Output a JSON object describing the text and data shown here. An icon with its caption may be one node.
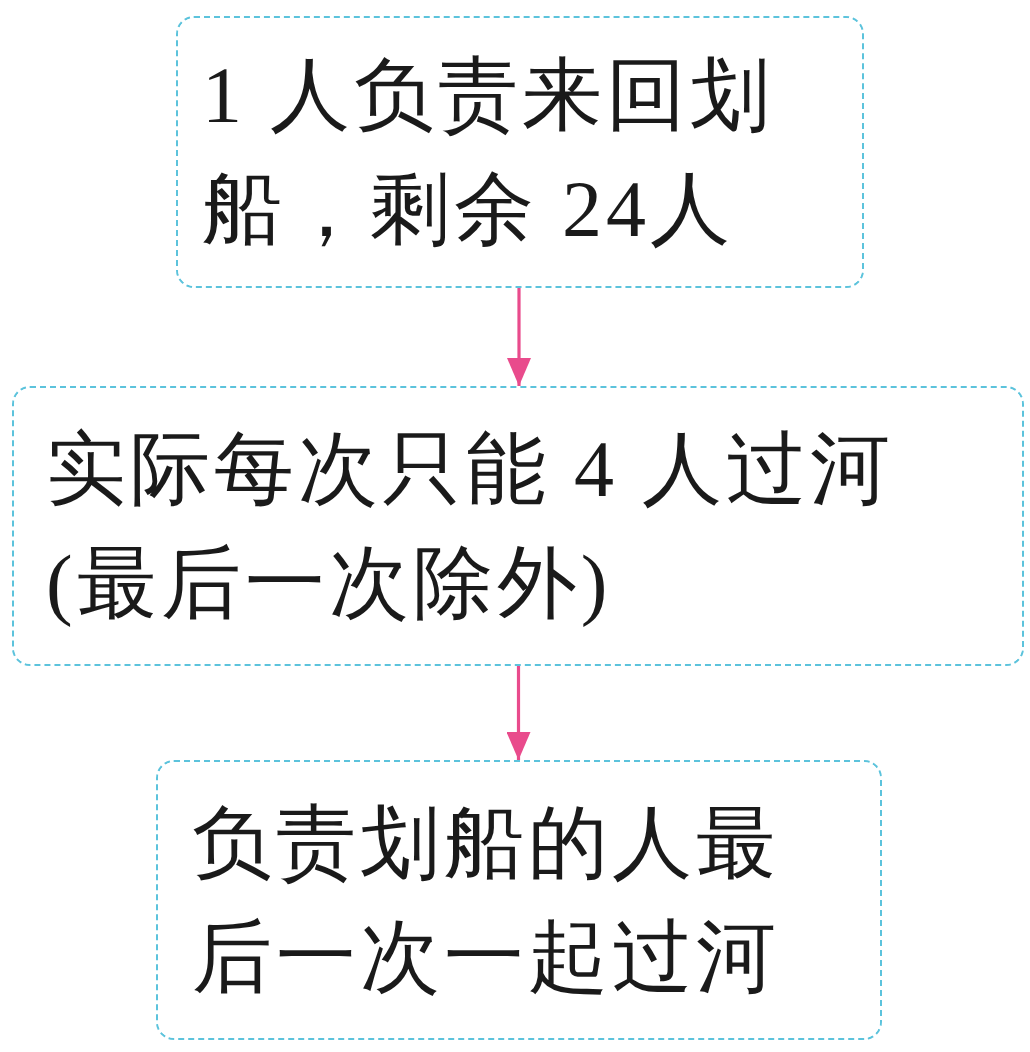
{
  "diagram": {
    "nodes": [
      {
        "text": [
          "1 人负责来回划船，剩余 24人"
        ]
      },
      {
        "text": [
          "实际每次只能 4 人过河(最后一次除外)"
        ]
      },
      {
        "text": [
          "负责划船的人最后一次一起过河"
        ]
      }
    ],
    "edges": [
      {
        "from": 0,
        "to": 1,
        "arrow": "to"
      },
      {
        "from": 1,
        "to": 2,
        "arrow": "to"
      }
    ]
  }
}
